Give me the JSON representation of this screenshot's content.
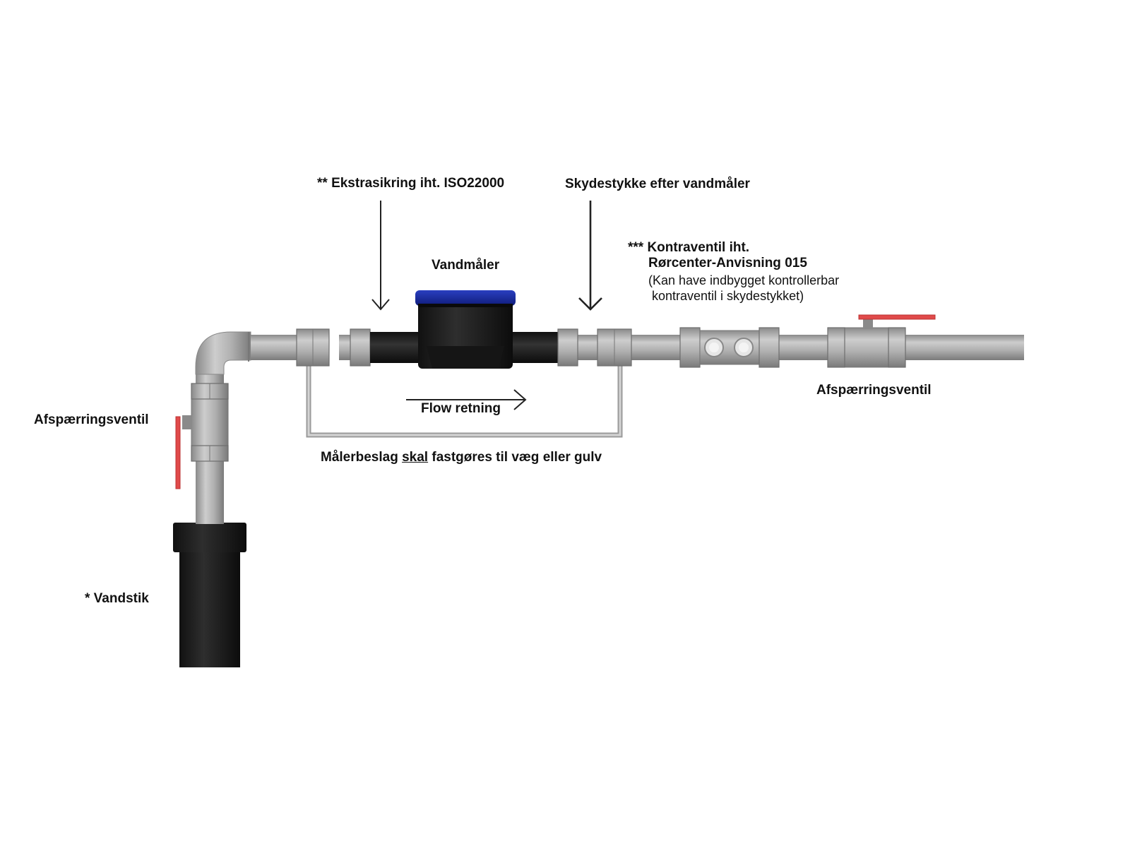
{
  "labels": {
    "ekstrasikring": "** Ekstrasikring iht. ISO22000",
    "skydestykke": "Skydestykke efter vandmåler",
    "kontraventil_line1": "*** Kontraventil iht.",
    "kontraventil_line2": "Rørcenter-Anvisning 015",
    "kontraventil_line3": "(Kan have indbygget kontrollerbar",
    "kontraventil_line4": "kontraventil i skydestykket)",
    "vandmaaler": "Vandmåler",
    "flow_retning": "Flow retning",
    "afspaerringsventil_left": "Afspærringsventil",
    "afspaerringsventil_right": "Afspærringsventil",
    "maalerbeslag_pre": "Målerbeslag ",
    "maalerbeslag_underlined": "skal",
    "maalerbeslag_post": " fastgøres til væg eller gulv",
    "vandstik": "* Vandstik"
  },
  "colors": {
    "pipe": "#a9a9a9",
    "pipe_dark": "#7d7d7d",
    "pipe_light": "#cfcfcf",
    "black_pipe": "#1f1f1f",
    "meter_cap": "#1a2fa0",
    "valve_handle": "#e04a4a",
    "bracket": "#b5b5b5",
    "text": "#111111"
  },
  "icons": {
    "arrow_down": "arrow-down-icon",
    "flow_arrow": "arrow-right-icon"
  }
}
